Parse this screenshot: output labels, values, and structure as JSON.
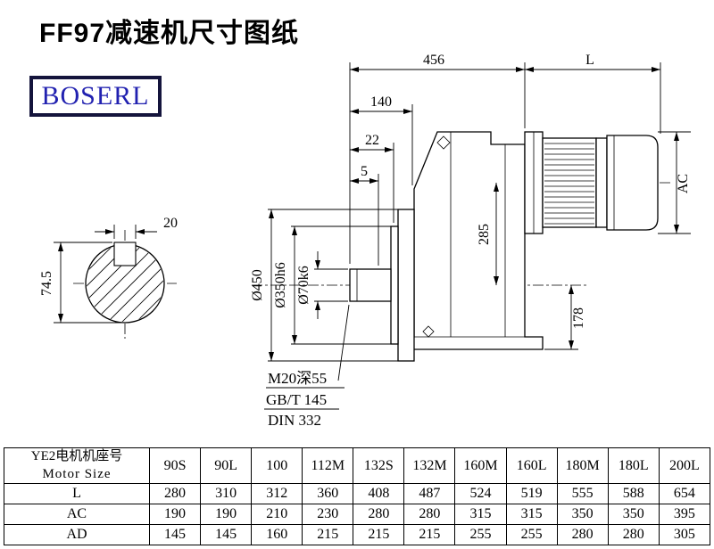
{
  "page": {
    "title": "FF97减速机尺寸图纸"
  },
  "logo": {
    "text": "BOSERL"
  },
  "drawing": {
    "dim_456": "456",
    "dim_L": "L",
    "dim_140": "140",
    "dim_22": "22",
    "dim_5": "5",
    "dim_AC": "AC",
    "dim_285": "285",
    "dim_178": "178",
    "dim_20": "20",
    "dim_74_5": "74.5",
    "dia_450": "Ø450",
    "dia_350": "Ø350h6",
    "dia_70": "Ø70k6",
    "note_1": "M20深55",
    "note_2": "GB/T 145",
    "note_3": "DIN 332"
  },
  "table": {
    "row_header_line1": "YE2电机机座号",
    "row_header_line2": "Motor Size",
    "columns": [
      "90S",
      "90L",
      "100",
      "112M",
      "132S",
      "132M",
      "160M",
      "160L",
      "180M",
      "180L",
      "200L"
    ],
    "rows": [
      {
        "label": "L",
        "values": [
          "280",
          "310",
          "312",
          "360",
          "408",
          "487",
          "524",
          "519",
          "555",
          "588",
          "654"
        ]
      },
      {
        "label": "AC",
        "values": [
          "190",
          "190",
          "210",
          "230",
          "280",
          "280",
          "315",
          "315",
          "350",
          "350",
          "395"
        ]
      },
      {
        "label": "AD",
        "values": [
          "145",
          "145",
          "160",
          "215",
          "215",
          "215",
          "255",
          "255",
          "280",
          "280",
          "305"
        ]
      }
    ]
  }
}
